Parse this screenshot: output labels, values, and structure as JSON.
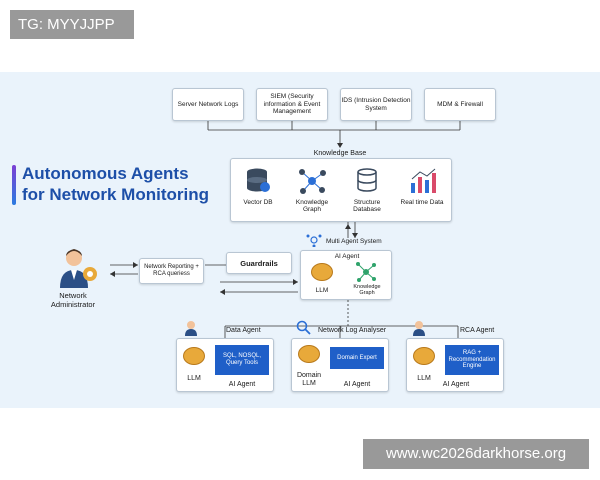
{
  "tags": {
    "top": "TG: MYYJJPP",
    "bottom": "www.wc2026darkhorse.org"
  },
  "title": {
    "line1": "Autonomous Agents",
    "line2": "for Network Monitoring"
  },
  "sources": [
    {
      "text": "Server Network Logs"
    },
    {
      "text": "SIEM (Security information & Event Management"
    },
    {
      "text": "IDS (Intrusion Detection System"
    },
    {
      "text": "MDM & Firewall"
    }
  ],
  "knowledge_base": {
    "title": "Knowledge Base",
    "items": [
      "Vector DB",
      "Knowledge Graph",
      "Structure Database",
      "Real time Data"
    ]
  },
  "multi_agent": {
    "title": "Multi Agent System",
    "agent_title": "AI Agent",
    "llm": "LLM",
    "kg": "Knowledge Graph"
  },
  "guardrails": "Guardrails",
  "admin": {
    "label": "Network Administrator",
    "query": "Network Reporting + RCA queriess"
  },
  "agents": [
    {
      "heading": "Data Agent",
      "llm": "LLM",
      "tool": "SQL, NOSQL, Query Tools",
      "footer": "AI Agent"
    },
    {
      "heading": "Network Log Analyser",
      "llm": "Domain LLM",
      "tool": "Domain Expert",
      "footer": "AI Agent"
    },
    {
      "heading": "RCA Agent",
      "llm": "LLM",
      "tool": "RAG + Recommendation Engine",
      "footer": "AI Agent"
    }
  ],
  "colors": {
    "panel": "#eaf3fb",
    "title": "#1d4fa8",
    "accent_blue": "#1f5fc8",
    "brain": "#e8a93a"
  }
}
